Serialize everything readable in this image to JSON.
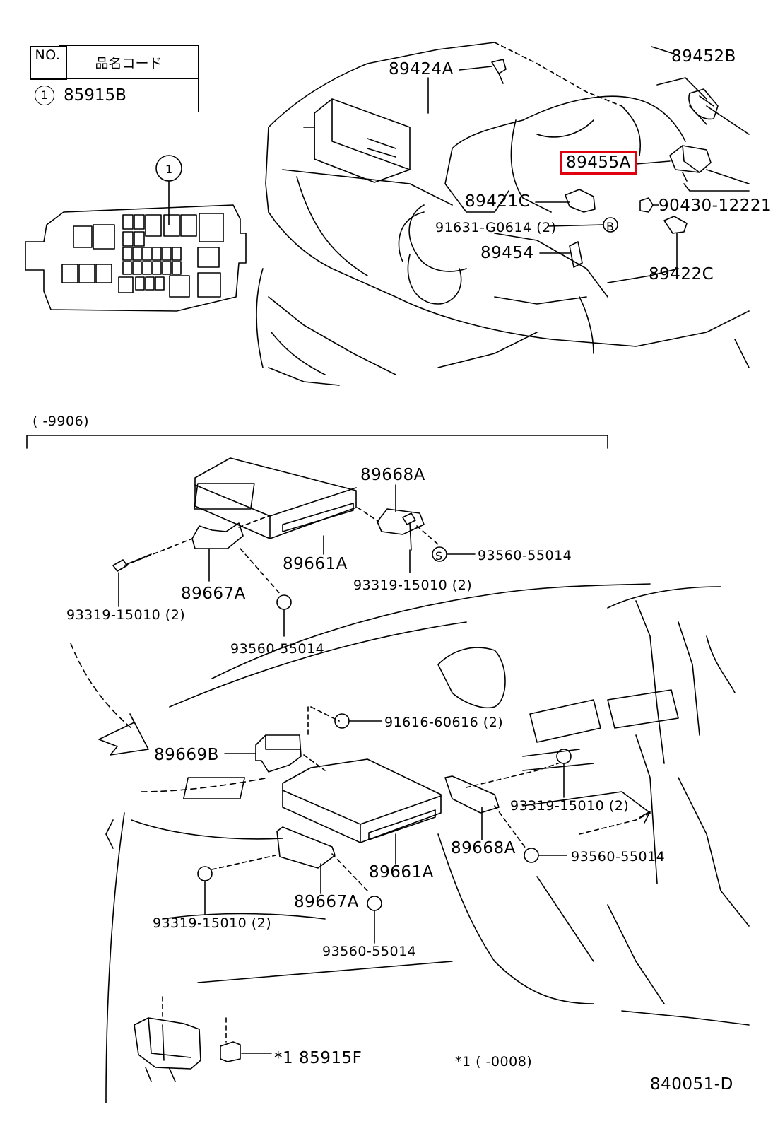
{
  "legend": {
    "col_no": "NO.",
    "col_code": "品名コード",
    "row_no": "1",
    "row_code": "85915B"
  },
  "fuse_box": {
    "callout": "1"
  },
  "date_range_top": "(      -9906)",
  "footnote": "*1  (      -0008)",
  "diagram_id": "840051-D",
  "fastener_marks": {
    "bolt": "B",
    "screw": "S"
  },
  "part_labels": {
    "p89424A": "89424A",
    "p89452B": "89452B",
    "p89455A": "89455A",
    "p89421C": "89421C",
    "p90430": "90430-12221",
    "p91631": "91631-G0614 (2)",
    "p89454": "89454",
    "p89422C": "89422C",
    "p89668A_1": "89668A",
    "p89661A_1": "89661A",
    "p93560_1": "93560-55014",
    "p93319_1": "93319-15010 (2)",
    "p89667A_1": "89667A",
    "p93319_2": "93319-15010 (2)",
    "p93560_2": "93560-55014",
    "p91616": "91616-60616 (2)",
    "p89669B": "89669B",
    "p93319_3": "93319-15010 (2)",
    "p89668A_2": "89668A",
    "p93560_3": "93560-55014",
    "p89661A_2": "89661A",
    "p93319_4": "93319-15010 (2)",
    "p89667A_2": "89667A",
    "p93560_4": "93560-55014",
    "p85915F": "*1 85915F"
  },
  "highlight": {
    "part": "89455A",
    "color": "#e0000f"
  }
}
